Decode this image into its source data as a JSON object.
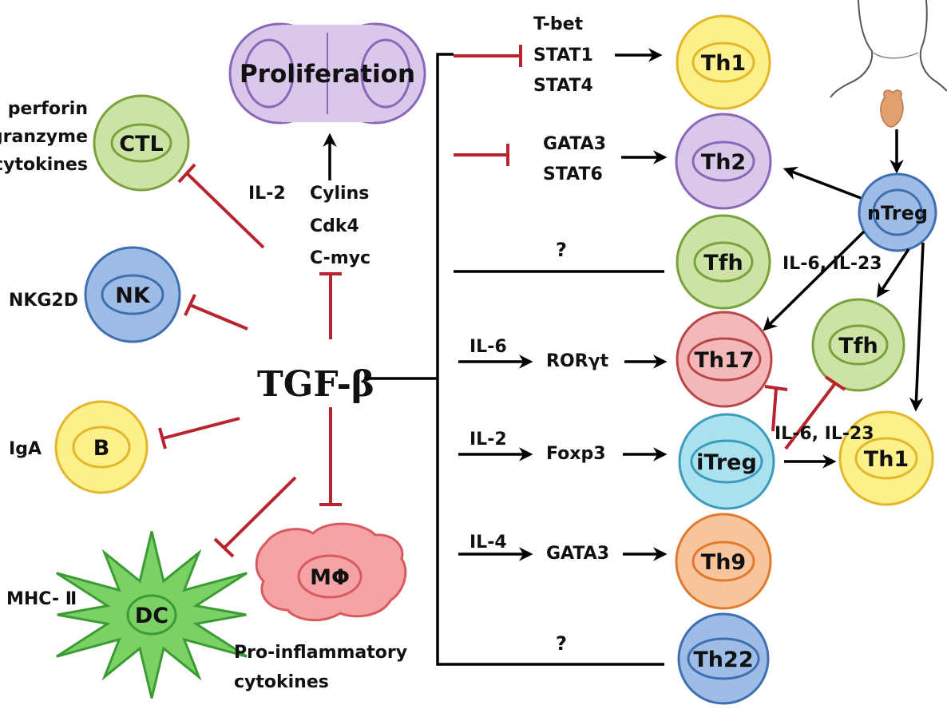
{
  "center": "TGF-β",
  "proliferation": {
    "label": "Proliferation",
    "il2": "IL-2",
    "factors": [
      "Cylins",
      "Cdk4",
      "C-myc"
    ]
  },
  "innate": {
    "ctl": {
      "label": "CTL",
      "notes": [
        "perforin",
        "granzyme",
        "cytokines"
      ],
      "fill": "#cde3a5",
      "stroke": "#7aa23c"
    },
    "nk": {
      "label": "NK",
      "note": "NKG2D",
      "fill": "#9dbde6",
      "stroke": "#3f6fb1"
    },
    "b": {
      "label": "B",
      "note": "IgA",
      "fill": "#fbf08a",
      "stroke": "#e3b72a"
    },
    "dc": {
      "label": "DC",
      "note": "MHC- Ⅱ",
      "fill": "#7cd165",
      "stroke": "#3b9b34"
    },
    "mphi": {
      "label": "MΦ",
      "notes": [
        "Pro-inflammatory",
        "cytokines"
      ],
      "fill": "#f5a3a4",
      "stroke": "#d75a5f"
    }
  },
  "pathways": {
    "th1_factors": [
      "T-bet",
      "STAT1",
      "STAT4"
    ],
    "th2_factors": [
      "GATA3",
      "STAT6"
    ],
    "tfh_unknown": "?",
    "th17": {
      "cytokine": "IL-6",
      "factor": "RORγt"
    },
    "itreg": {
      "cytokine": "IL-2",
      "factor": "Foxp3"
    },
    "th9": {
      "cytokine": "IL-4",
      "factor": "GATA3"
    },
    "th22_unknown": "?"
  },
  "cells": {
    "th1": {
      "label": "Th1",
      "fill": "#fbf08a",
      "stroke": "#e3b72a"
    },
    "th2": {
      "label": "Th2",
      "fill": "#d9c8ea",
      "stroke": "#8a67b8"
    },
    "tfh": {
      "label": "Tfh",
      "fill": "#cde3a5",
      "stroke": "#7aa23c"
    },
    "th17": {
      "label": "Th17",
      "fill": "#f5b8b8",
      "stroke": "#b8474c"
    },
    "itreg": {
      "label": "iTreg",
      "fill": "#a9e1ef",
      "stroke": "#3c9bbd"
    },
    "th9": {
      "label": "Th9",
      "fill": "#f7c49c",
      "stroke": "#e07a2e"
    },
    "th22": {
      "label": "Th22",
      "fill": "#9dbde6",
      "stroke": "#3f6fb1"
    },
    "ntreg": {
      "label": "nTreg",
      "fill": "#9dbde6",
      "stroke": "#3f6fb1"
    },
    "tfh2": {
      "label": "Tfh",
      "fill": "#cde3a5",
      "stroke": "#7aa23c"
    },
    "th1b": {
      "label": "Th1",
      "fill": "#fbf08a",
      "stroke": "#e3b72a"
    }
  },
  "il6_il23": "IL-6, IL-23",
  "prolif_fill": "#d9c8ea",
  "prolif_stroke": "#8a67b8",
  "inhibit_color": "#b8242e"
}
